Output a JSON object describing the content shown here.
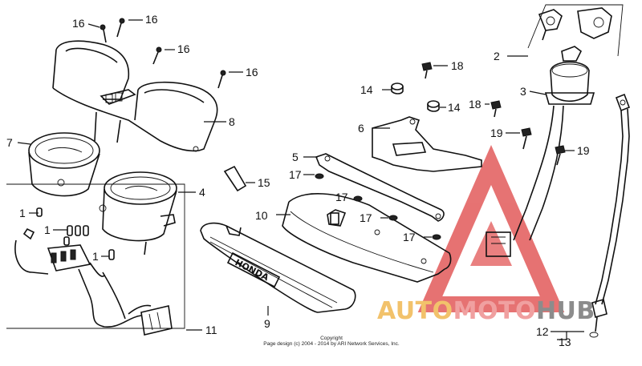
{
  "callouts": [
    {
      "id": "c16a",
      "label": "16"
    },
    {
      "id": "c16b",
      "label": "16"
    },
    {
      "id": "c16c",
      "label": "16"
    },
    {
      "id": "c16d",
      "label": "16"
    },
    {
      "id": "c8",
      "label": "8"
    },
    {
      "id": "c7",
      "label": "7"
    },
    {
      "id": "c4",
      "label": "4"
    },
    {
      "id": "c1a",
      "label": "1"
    },
    {
      "id": "c1b",
      "label": "1"
    },
    {
      "id": "c1c",
      "label": "1"
    },
    {
      "id": "c11",
      "label": "11"
    },
    {
      "id": "c15",
      "label": "15"
    },
    {
      "id": "c9",
      "label": "9"
    },
    {
      "id": "c10",
      "label": "10"
    },
    {
      "id": "c5",
      "label": "5"
    },
    {
      "id": "c6",
      "label": "6"
    },
    {
      "id": "c14a",
      "label": "14"
    },
    {
      "id": "c14b",
      "label": "14"
    },
    {
      "id": "c18a",
      "label": "18"
    },
    {
      "id": "c18b",
      "label": "18"
    },
    {
      "id": "c17a",
      "label": "17"
    },
    {
      "id": "c17b",
      "label": "17"
    },
    {
      "id": "c17c",
      "label": "17"
    },
    {
      "id": "c17d",
      "label": "17"
    },
    {
      "id": "c2",
      "label": "2"
    },
    {
      "id": "c3",
      "label": "3"
    },
    {
      "id": "c19a",
      "label": "19"
    },
    {
      "id": "c19b",
      "label": "19"
    },
    {
      "id": "c12",
      "label": "12"
    },
    {
      "id": "c13",
      "label": "13"
    }
  ],
  "emblem_text": "HONDA",
  "copyright": {
    "line1": "Copyright",
    "line2": "Page design (c) 2004 - 2014 by ARI Network Services, Inc."
  },
  "watermark": {
    "part1": "AUTO",
    "part2": "MOTO",
    "part3": "HUB",
    "colors": {
      "part1": "#f2c26b",
      "part2": "#f0a0a0",
      "part3": "#8c8c8c",
      "triangle": "#e25a5a"
    }
  }
}
